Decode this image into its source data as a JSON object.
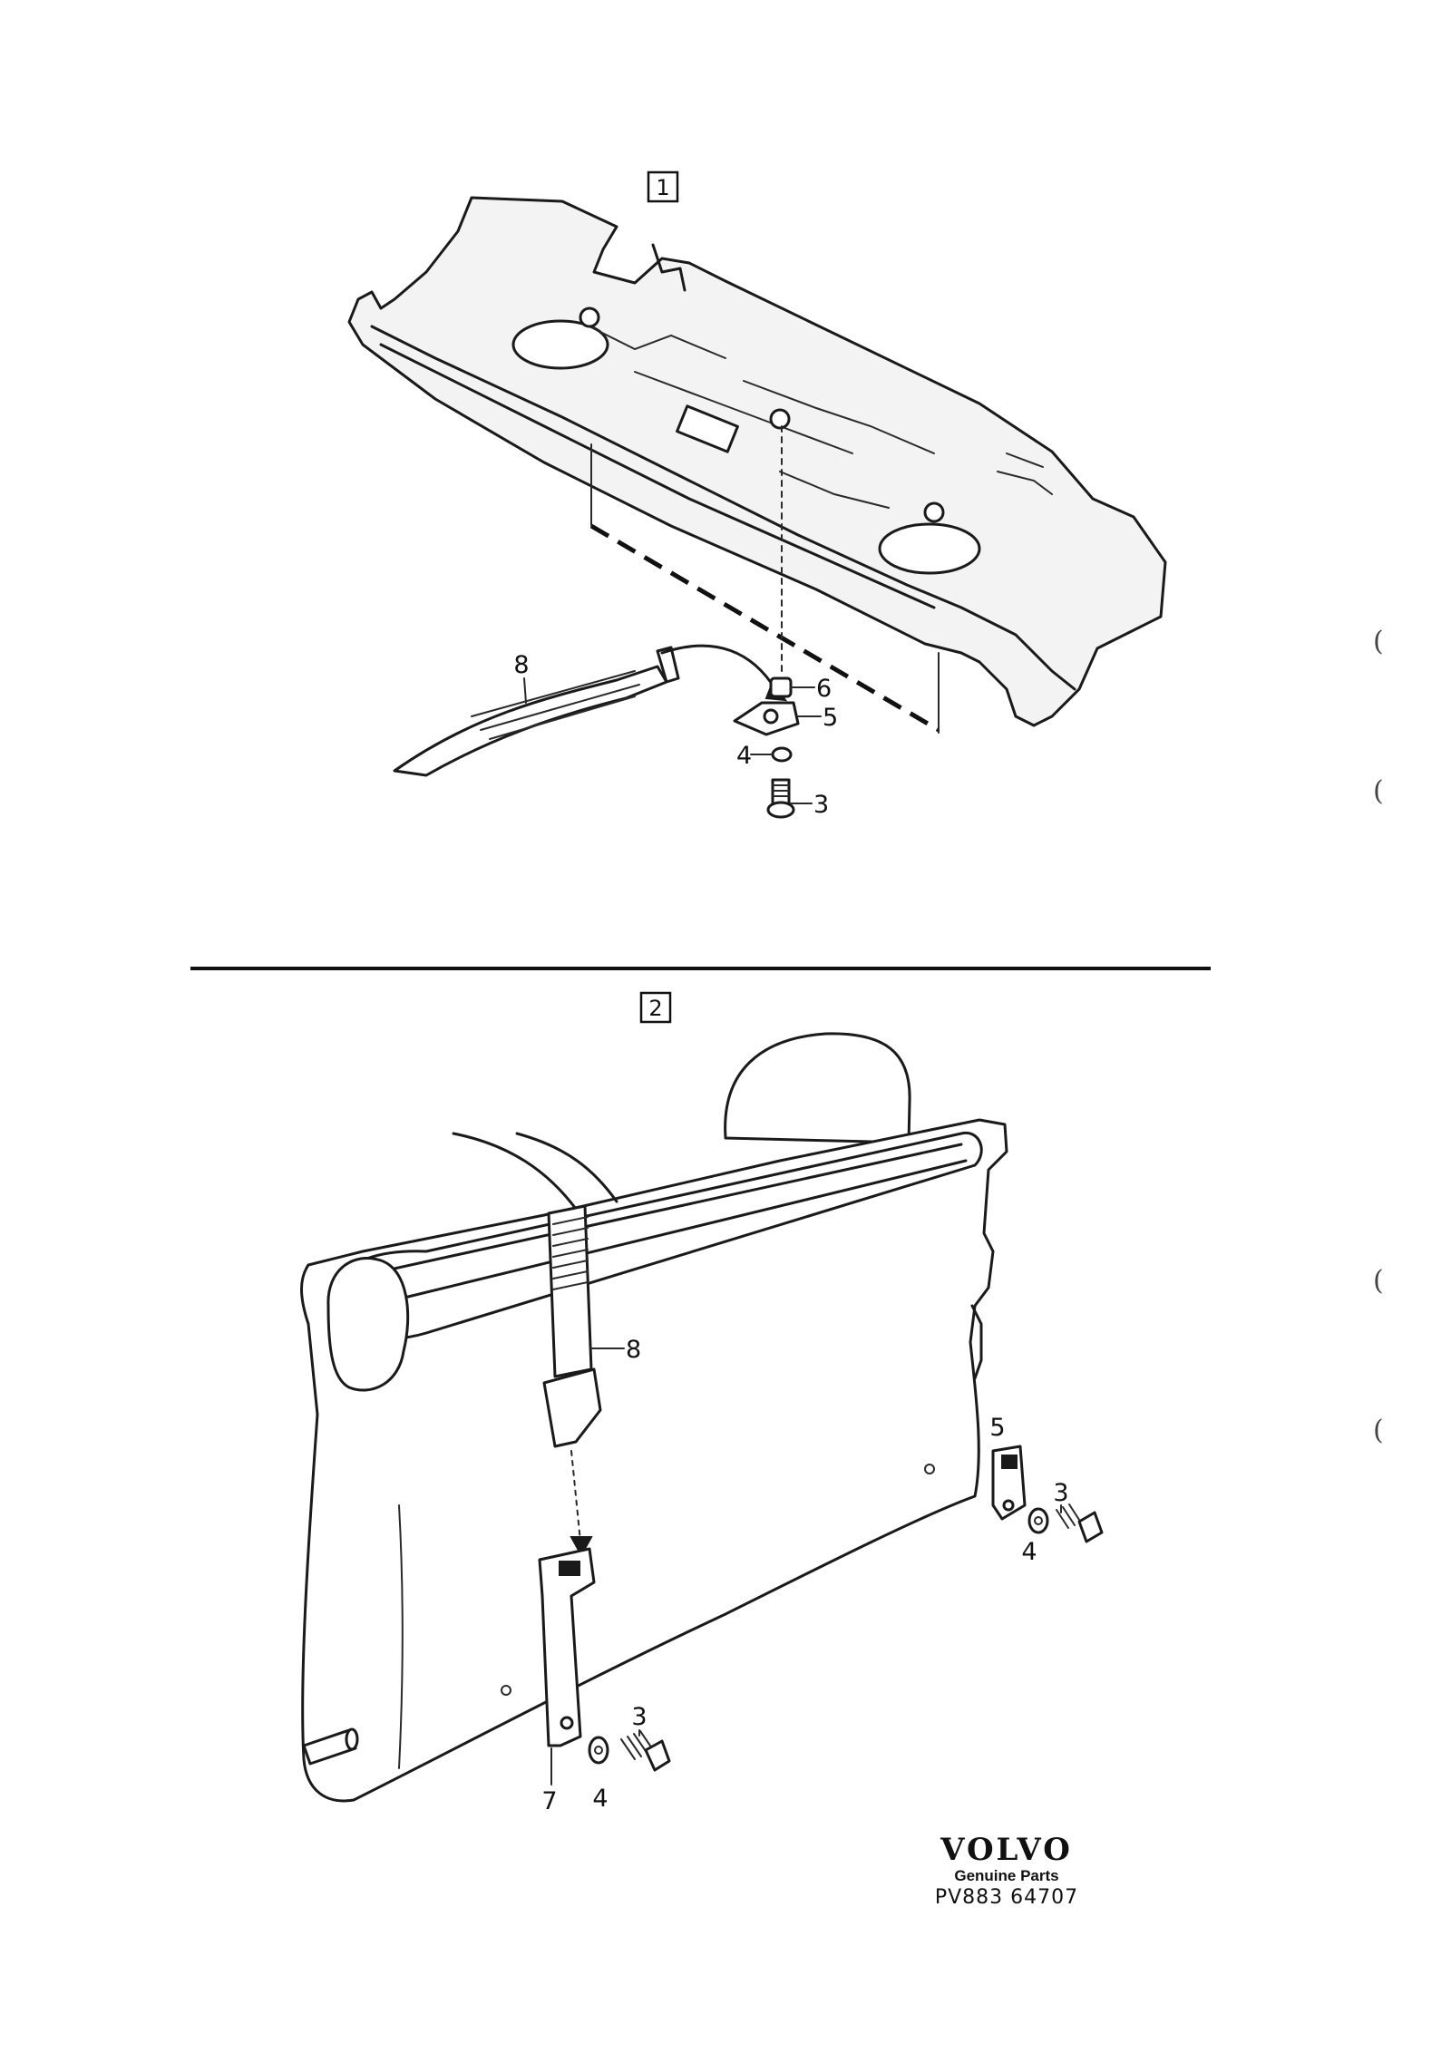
{
  "figures": [
    {
      "label": "1"
    },
    {
      "label": "2"
    }
  ],
  "callouts": {
    "top": [
      "8",
      "6",
      "5",
      "4",
      "3"
    ],
    "bottom": [
      "8",
      "5",
      "3",
      "4",
      "3",
      "4",
      "7"
    ]
  },
  "brand": {
    "name": "VOLVO",
    "tagline": "Genuine Parts",
    "code": "PV883 64707"
  },
  "margin_marks": [
    "(",
    "(",
    "(",
    "("
  ],
  "colors": {
    "ink": "#1a1a1a",
    "paper": "#ffffff"
  }
}
